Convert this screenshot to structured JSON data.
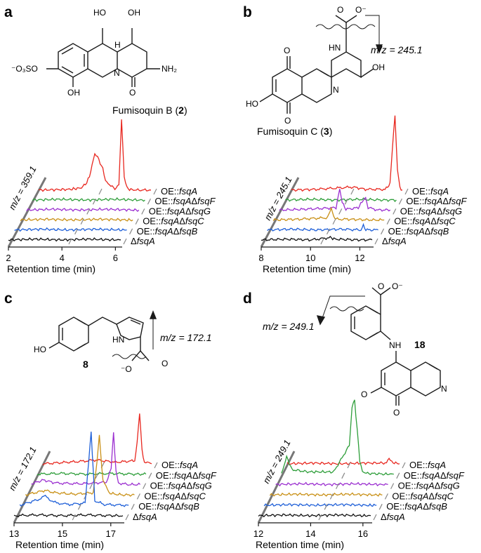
{
  "panels": [
    {
      "id": "a",
      "mz_label": "m/z = 359.1",
      "compound_name": "Fumisoquin B (",
      "compound_number": "2",
      "compound_name_end": ")",
      "molecule_labels": [
        "HO",
        "OH",
        "H",
        "N",
        "NH₂",
        "O",
        "⁻O₃SO",
        "OH"
      ],
      "xlabel": "Retention time (min)"
    },
    {
      "id": "b",
      "mz_label": "m/z = 245.1",
      "compound_name": "Fumisoquin C (",
      "compound_number": "3",
      "compound_name_end": ")",
      "fragment_label": "m/z = 245.1",
      "molecule_labels": [
        "O",
        "O⁻",
        "HN",
        "O",
        "OH",
        "HO",
        "N",
        "O"
      ],
      "xlabel": "Retention time (min)"
    },
    {
      "id": "c",
      "mz_label": "m/z = 172.1",
      "compound_number": "8",
      "fragment_label": "m/z = 172.1",
      "molecule_labels": [
        "HO",
        "HN",
        "O",
        "⁻O"
      ],
      "xlabel": "Retention time (min)"
    },
    {
      "id": "d",
      "mz_label": "m/z = 249.1",
      "compound_number": "18",
      "fragment_label": "m/z = 249.1",
      "molecule_labels": [
        "O",
        "O⁻",
        "NH",
        "N",
        "O",
        "O"
      ],
      "xlabel": "Retention time (min)"
    }
  ],
  "chart_data": [
    {
      "panel": "a",
      "type": "line",
      "xlabel": "Retention time (min)",
      "ylabel": "m/z = 359.1",
      "xlim": [
        2,
        6.2
      ],
      "xticks": [
        2,
        4,
        6
      ],
      "series": [
        {
          "name": "OE::fsqA",
          "color": "#e8271f",
          "x": [
            2,
            3.2,
            3.6,
            3.8,
            3.9,
            4.0,
            4.1,
            4.2,
            4.3,
            4.4,
            4.5,
            4.6,
            4.7,
            4.8,
            4.9,
            5.0,
            5.1,
            5.2,
            5.3,
            5.4,
            5.6,
            6.2
          ],
          "y": [
            0.02,
            0.03,
            0.05,
            0.12,
            0.2,
            0.35,
            0.5,
            0.46,
            0.38,
            0.3,
            0.15,
            0.1,
            0.08,
            0.05,
            0.04,
            0.1,
            0.95,
            0.2,
            0.05,
            0.03,
            0.02,
            0.02
          ]
        },
        {
          "name": "OE::fsqAΔfsqF",
          "color": "#2e9e3a",
          "x": [
            2,
            3,
            4,
            5,
            6,
            6.2
          ],
          "y": [
            0.02,
            0.03,
            0.02,
            0.03,
            0.02,
            0.02
          ]
        },
        {
          "name": "OE::fsqAΔfsqG",
          "color": "#9b2fd0",
          "x": [
            2,
            3,
            4,
            5,
            6,
            6.2
          ],
          "y": [
            0.02,
            0.03,
            0.02,
            0.03,
            0.02,
            0.02
          ]
        },
        {
          "name": "OE::fsqAΔfsqC",
          "color": "#c99016",
          "x": [
            2,
            3,
            4,
            5,
            6,
            6.2
          ],
          "y": [
            0.02,
            0.03,
            0.02,
            0.03,
            0.02,
            0.02
          ]
        },
        {
          "name": "OE::fsqAΔfsqB",
          "color": "#1e5fd8",
          "x": [
            2,
            3,
            4,
            5,
            6,
            6.2
          ],
          "y": [
            0.02,
            0.03,
            0.02,
            0.03,
            0.02,
            0.02
          ]
        },
        {
          "name": "ΔfsqA",
          "color": "#111111",
          "x": [
            2,
            3,
            4,
            5,
            6,
            6.2
          ],
          "y": [
            0.02,
            0.03,
            0.02,
            0.03,
            0.02,
            0.02
          ]
        }
      ]
    },
    {
      "panel": "b",
      "type": "line",
      "xlabel": "Retention time (min)",
      "ylabel": "m/z = 245.1",
      "xlim": [
        8,
        12.5
      ],
      "xticks": [
        8,
        10,
        12
      ],
      "series": [
        {
          "name": "OE::fsqA",
          "color": "#e8271f",
          "x": [
            8,
            9,
            10.5,
            11,
            11.8,
            12.0,
            12.1,
            12.2,
            12.3,
            12.4,
            12.5
          ],
          "y": [
            0.02,
            0.03,
            0.06,
            0.03,
            0.03,
            0.1,
            0.6,
            1.0,
            0.3,
            0.05,
            0.02
          ]
        },
        {
          "name": "OE::fsqAΔfsqF",
          "color": "#2e9e3a",
          "x": [
            8,
            9,
            10,
            11,
            12,
            12.5
          ],
          "y": [
            0.02,
            0.03,
            0.02,
            0.03,
            0.02,
            0.02
          ]
        },
        {
          "name": "OE::fsqAΔfsqG",
          "color": "#9b2fd0",
          "x": [
            8,
            9,
            10.3,
            10.45,
            10.55,
            10.7,
            11.2,
            11.4,
            11.5,
            11.6,
            12,
            12.5
          ],
          "y": [
            0.02,
            0.03,
            0.05,
            0.3,
            0.12,
            0.03,
            0.05,
            0.15,
            0.18,
            0.05,
            0.02,
            0.02
          ]
        },
        {
          "name": "OE::fsqAΔfsqC",
          "color": "#c99016",
          "x": [
            8,
            9,
            10.2,
            10.35,
            10.45,
            10.6,
            11,
            12,
            12.5
          ],
          "y": [
            0.02,
            0.03,
            0.05,
            0.18,
            0.06,
            0.03,
            0.03,
            0.02,
            0.02
          ]
        },
        {
          "name": "OE::fsqAΔfsqB",
          "color": "#1e5fd8",
          "x": [
            8,
            9,
            10,
            11,
            11.8,
            11.9,
            12,
            12.5
          ],
          "y": [
            0.02,
            0.03,
            0.02,
            0.03,
            0.02,
            0.08,
            0.02,
            0.02
          ]
        },
        {
          "name": "ΔfsqA",
          "color": "#111111",
          "x": [
            8,
            9,
            10,
            10.8,
            11,
            12,
            12.5
          ],
          "y": [
            0.02,
            0.03,
            0.02,
            0.05,
            0.03,
            0.02,
            0.02
          ]
        }
      ]
    },
    {
      "panel": "c",
      "type": "line",
      "xlabel": "Retention time (min)",
      "ylabel": "m/z = 172.1",
      "xlim": [
        13,
        17.5
      ],
      "xticks": [
        13,
        15,
        17
      ],
      "series": [
        {
          "name": "OE::fsqA",
          "color": "#e8271f",
          "x": [
            13,
            14.5,
            15.2,
            16,
            16.8,
            16.9,
            17.0,
            17.1,
            17.2,
            17.5
          ],
          "y": [
            0.02,
            0.05,
            0.07,
            0.04,
            0.06,
            0.3,
            0.7,
            0.2,
            0.04,
            0.02
          ]
        },
        {
          "name": "OE::fsqAΔfsqF",
          "color": "#2e9e3a",
          "x": [
            13,
            14,
            15,
            16,
            17,
            17.5
          ],
          "y": [
            0.02,
            0.03,
            0.02,
            0.03,
            0.02,
            0.02
          ]
        },
        {
          "name": "OE::fsqAΔfsqG",
          "color": "#9b2fd0",
          "x": [
            13,
            13.5,
            14,
            15,
            16.1,
            16.3,
            16.4,
            16.5,
            16.6,
            17,
            17.5
          ],
          "y": [
            0.03,
            0.08,
            0.04,
            0.03,
            0.05,
            0.25,
            0.7,
            0.2,
            0.04,
            0.02,
            0.02
          ]
        },
        {
          "name": "OE::fsqAΔfsqC",
          "color": "#c99016",
          "x": [
            13,
            13.8,
            14.2,
            15,
            15.8,
            15.95,
            16.05,
            16.2,
            16.5,
            17,
            17.5
          ],
          "y": [
            0.02,
            0.08,
            0.05,
            0.03,
            0.05,
            0.45,
            0.8,
            0.2,
            0.04,
            0.02,
            0.02
          ]
        },
        {
          "name": "OE::fsqAΔfsqB",
          "color": "#1e5fd8",
          "x": [
            13,
            13.8,
            14.0,
            14.4,
            15,
            15.7,
            15.85,
            15.95,
            16.1,
            16.5,
            17.5
          ],
          "y": [
            0.02,
            0.1,
            0.15,
            0.06,
            0.03,
            0.05,
            0.6,
            1.0,
            0.08,
            0.03,
            0.02
          ]
        },
        {
          "name": "ΔfsqA",
          "color": "#111111",
          "x": [
            13,
            14,
            15,
            16,
            17,
            17.5
          ],
          "y": [
            0.02,
            0.03,
            0.02,
            0.03,
            0.02,
            0.02
          ]
        }
      ]
    },
    {
      "panel": "d",
      "type": "line",
      "xlabel": "Retention time (min)",
      "ylabel": "m/z = 249.1",
      "xlim": [
        12,
        16.3
      ],
      "xticks": [
        12,
        14,
        16
      ],
      "series": [
        {
          "name": "OE::fsqA",
          "color": "#e8271f",
          "x": [
            12,
            13,
            14,
            15,
            15.8,
            15.9,
            16,
            16.3
          ],
          "y": [
            0.02,
            0.03,
            0.02,
            0.03,
            0.03,
            0.1,
            0.04,
            0.02
          ]
        },
        {
          "name": "OE::fsqAΔfsqF",
          "color": "#2e9e3a",
          "x": [
            12,
            12.2,
            12.4,
            13,
            14,
            14.6,
            14.7,
            14.8,
            14.9,
            15.0,
            15.1,
            15.3,
            16,
            16.3
          ],
          "y": [
            0.02,
            0.25,
            0.08,
            0.05,
            0.05,
            0.4,
            0.9,
            1.0,
            0.6,
            0.2,
            0.05,
            0.03,
            0.02,
            0.02
          ]
        },
        {
          "name": "OE::fsqAΔfsqG",
          "color": "#9b2fd0",
          "x": [
            12,
            13,
            14,
            15,
            16,
            16.3
          ],
          "y": [
            0.02,
            0.03,
            0.02,
            0.03,
            0.02,
            0.02
          ]
        },
        {
          "name": "OE::fsqAΔfsqC",
          "color": "#c99016",
          "x": [
            12,
            13,
            14,
            15,
            16,
            16.3
          ],
          "y": [
            0.02,
            0.03,
            0.02,
            0.03,
            0.02,
            0.02
          ]
        },
        {
          "name": "OE::fsqAΔfsqB",
          "color": "#1e5fd8",
          "x": [
            12,
            13,
            14,
            15,
            16,
            16.3
          ],
          "y": [
            0.02,
            0.03,
            0.02,
            0.03,
            0.02,
            0.02
          ]
        },
        {
          "name": "ΔfsqA",
          "color": "#111111",
          "x": [
            12,
            13,
            14,
            15,
            16,
            16.3
          ],
          "y": [
            0.02,
            0.03,
            0.02,
            0.03,
            0.02,
            0.02
          ]
        }
      ]
    }
  ]
}
